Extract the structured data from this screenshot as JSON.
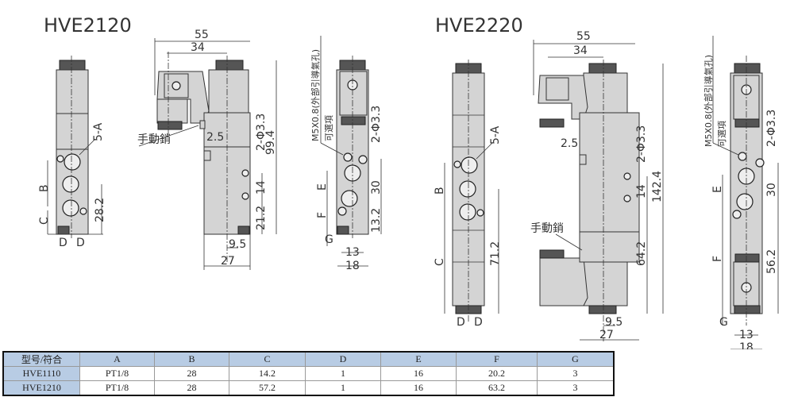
{
  "drawings": [
    {
      "title": "HVE2120",
      "labels": {
        "five_a": "5-A",
        "b": "B",
        "c": "C",
        "d1": "D",
        "d2": "D",
        "dim_282": "28.2",
        "dim_55": "55",
        "dim_34": "34",
        "manual": "手動銷",
        "dim_25": "2.5",
        "phi33": "2-Φ3.3",
        "dim_994": "99.4",
        "dim_14": "14",
        "dim_212": "21.2",
        "dim_95": "9.5",
        "dim_27": "27",
        "m5": "M5X0.8(外部引導氣孔)",
        "optional": "可選項",
        "phi33b": "2-Φ3.3",
        "e": "E",
        "f": "F",
        "g": "G",
        "dim_30": "30",
        "dim_132": "13.2",
        "dim_13": "13",
        "dim_18": "18"
      }
    },
    {
      "title": "HVE2220",
      "labels": {
        "five_a": "5-A",
        "b": "B",
        "c": "C",
        "d1": "D",
        "d2": "D",
        "dim_712": "71.2",
        "dim_55": "55",
        "dim_34": "34",
        "manual": "手動銷",
        "dim_25": "2.5",
        "phi33": "2-Φ3.3",
        "dim_1424": "142.4",
        "dim_14": "14",
        "dim_642": "64.2",
        "dim_95": "9.5",
        "dim_27": "27",
        "m5": "M5X0.8(外部引導氣孔)",
        "optional": "可選項",
        "phi33b": "2-Φ3.3",
        "e": "E",
        "f": "F",
        "g": "G",
        "dim_30": "30",
        "dim_562": "56.2",
        "dim_13": "13",
        "dim_18": "18"
      }
    }
  ],
  "table": {
    "headers": [
      "型号/符合",
      "A",
      "B",
      "C",
      "D",
      "E",
      "F",
      "G"
    ],
    "rows": [
      [
        "HVE1110",
        "PT1/8",
        "28",
        "14.2",
        "1",
        "16",
        "20.2",
        "3"
      ],
      [
        "HVE1210",
        "PT1/8",
        "28",
        "57.2",
        "1",
        "16",
        "63.2",
        "3"
      ]
    ]
  }
}
